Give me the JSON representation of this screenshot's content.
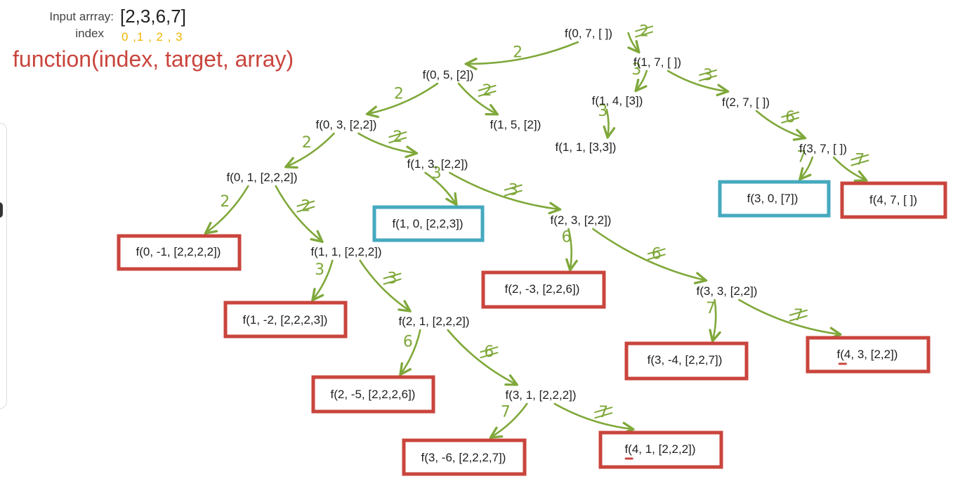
{
  "header": {
    "input_label": "Input arrray:",
    "input_value": "[2,3,6,7]",
    "index_label": "index",
    "index_value": "0 ,1 , 2 , 3",
    "function_signature": "function(index, target, array)"
  },
  "colors": {
    "edge": "#7fa83a",
    "terminal_fail": "#c9453d",
    "terminal_success": "#45a9bf",
    "node_text": "#222222",
    "index_text": "#f0b500",
    "signature_text": "#c9453d"
  },
  "nodes": [
    {
      "id": "n1",
      "label": "f(0, 7, [ ])",
      "status": "normal"
    },
    {
      "id": "n2",
      "label": "f(0, 5, [2])",
      "status": "normal"
    },
    {
      "id": "n3",
      "label": "f(1, 7, [ ])",
      "status": "normal"
    },
    {
      "id": "n4",
      "label": "f(0, 3, [2,2])",
      "status": "normal"
    },
    {
      "id": "n5",
      "label": "f(1, 5, [2])",
      "status": "normal"
    },
    {
      "id": "n6",
      "label": "f(1, 4, [3])",
      "status": "normal"
    },
    {
      "id": "n7",
      "label": "f(2, 7, [ ])",
      "status": "normal"
    },
    {
      "id": "n8",
      "label": "f(1, 1, [3,3])",
      "status": "normal"
    },
    {
      "id": "n9",
      "label": "f(3, 7, [ ])",
      "status": "normal"
    },
    {
      "id": "n10",
      "label": "f(0, 1, [2,2,2])",
      "status": "normal"
    },
    {
      "id": "n11",
      "label": "f(1, 3, [2,2])",
      "status": "normal"
    },
    {
      "id": "n12",
      "label": "f(3, 0, [7])",
      "status": "success"
    },
    {
      "id": "n13",
      "label": "f(4, 7, [ ])",
      "status": "fail"
    },
    {
      "id": "n14",
      "label": "f(1, 0, [2,2,3])",
      "status": "success"
    },
    {
      "id": "n15",
      "label": "f(2, 3, [2,2])",
      "status": "normal"
    },
    {
      "id": "n16",
      "label": "f(0, -1, [2,2,2,2])",
      "status": "fail"
    },
    {
      "id": "n17",
      "label": "f(1, 1, [2,2,2])",
      "status": "normal"
    },
    {
      "id": "n18",
      "label": "f(2, -3, [2,2,6])",
      "status": "fail"
    },
    {
      "id": "n19",
      "label": "f(3, 3, [2,2])",
      "status": "normal"
    },
    {
      "id": "n20",
      "label": "f(1, -2, [2,2,2,3])",
      "status": "fail"
    },
    {
      "id": "n21",
      "label": "f(2, 1, [2,2,2])",
      "status": "normal"
    },
    {
      "id": "n22",
      "label": "f(3, -4, [2,2,7])",
      "status": "fail"
    },
    {
      "id": "n23",
      "label": "f(4, 3, [2,2])",
      "status": "fail"
    },
    {
      "id": "n24",
      "label": "f(2, -5, [2,2,2,6])",
      "status": "fail"
    },
    {
      "id": "n25",
      "label": "f(3, 1, [2,2,2])",
      "status": "normal"
    },
    {
      "id": "n26",
      "label": "f(3, -6, [2,2,2,7])",
      "status": "fail"
    },
    {
      "id": "n27",
      "label": "f(4, 1, [2,2,2])",
      "status": "fail"
    }
  ],
  "edges": [
    {
      "from": "n1",
      "to": "n2",
      "label": "2",
      "skip": false
    },
    {
      "from": "n1",
      "to": "n3",
      "label": "2",
      "skip": true
    },
    {
      "from": "n2",
      "to": "n4",
      "label": "2",
      "skip": false
    },
    {
      "from": "n2",
      "to": "n5",
      "label": "2",
      "skip": true
    },
    {
      "from": "n3",
      "to": "n6",
      "label": "3",
      "skip": false
    },
    {
      "from": "n3",
      "to": "n7",
      "label": "3",
      "skip": true
    },
    {
      "from": "n6",
      "to": "n8",
      "label": "3",
      "skip": false
    },
    {
      "from": "n7",
      "to": "n9",
      "label": "6",
      "skip": true
    },
    {
      "from": "n9",
      "to": "n12",
      "label": "7",
      "skip": false
    },
    {
      "from": "n9",
      "to": "n13",
      "label": "7",
      "skip": true
    },
    {
      "from": "n4",
      "to": "n10",
      "label": "2",
      "skip": false
    },
    {
      "from": "n4",
      "to": "n11",
      "label": "2",
      "skip": true
    },
    {
      "from": "n11",
      "to": "n14",
      "label": "3",
      "skip": false
    },
    {
      "from": "n11",
      "to": "n15",
      "label": "3",
      "skip": true
    },
    {
      "from": "n10",
      "to": "n16",
      "label": "2",
      "skip": false
    },
    {
      "from": "n10",
      "to": "n17",
      "label": "2",
      "skip": true
    },
    {
      "from": "n15",
      "to": "n18",
      "label": "6",
      "skip": false
    },
    {
      "from": "n15",
      "to": "n19",
      "label": "6",
      "skip": true
    },
    {
      "from": "n17",
      "to": "n20",
      "label": "3",
      "skip": false
    },
    {
      "from": "n17",
      "to": "n21",
      "label": "3",
      "skip": true
    },
    {
      "from": "n19",
      "to": "n22",
      "label": "7",
      "skip": false
    },
    {
      "from": "n19",
      "to": "n23",
      "label": "7",
      "skip": true
    },
    {
      "from": "n21",
      "to": "n24",
      "label": "6",
      "skip": false
    },
    {
      "from": "n21",
      "to": "n25",
      "label": "6",
      "skip": true
    },
    {
      "from": "n25",
      "to": "n26",
      "label": "7",
      "skip": false
    },
    {
      "from": "n25",
      "to": "n27",
      "label": "7",
      "skip": true
    }
  ]
}
